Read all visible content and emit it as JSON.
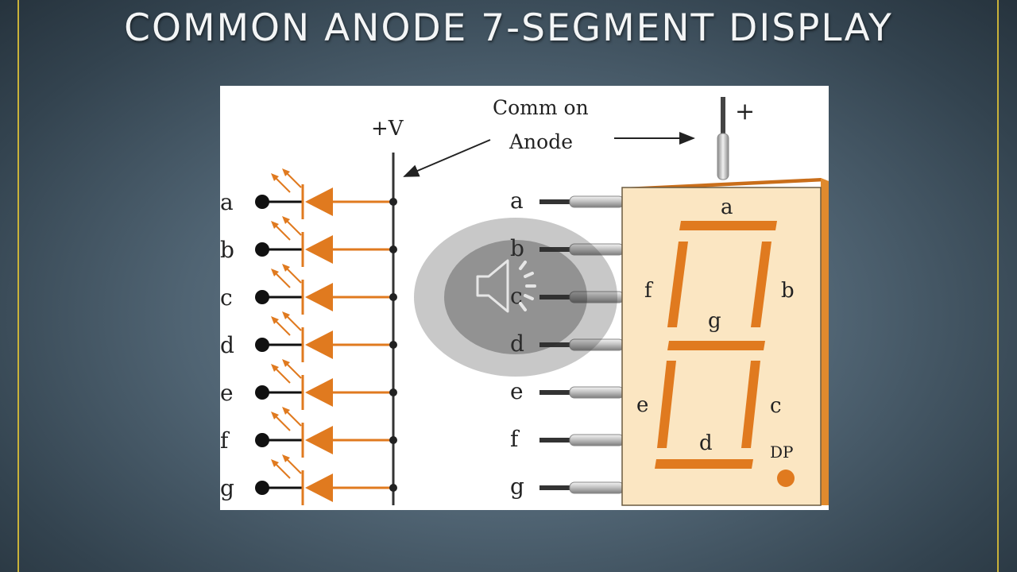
{
  "slide": {
    "title": "COMMON ANODE 7-SEGMENT DISPLAY"
  },
  "diagram": {
    "supply_label": "+V",
    "common_anode_label_line1": "Comm on",
    "common_anode_label_line2": "Anode",
    "plus_label": "+",
    "led_segments": [
      "a",
      "b",
      "c",
      "d",
      "e",
      "f",
      "g"
    ],
    "pin_labels": [
      "a",
      "b",
      "c",
      "d",
      "e",
      "f",
      "g"
    ],
    "display_segment_labels": {
      "a": "a",
      "b": "b",
      "c": "c",
      "d": "d",
      "e": "e",
      "f": "f",
      "g": "g"
    },
    "decimal_point_label": "DP",
    "colors": {
      "segment": "#e07a1f",
      "display_body": "#fbe6c2",
      "wire": "#333333"
    }
  },
  "overlay": {
    "audio_icon": "speaker-icon"
  }
}
